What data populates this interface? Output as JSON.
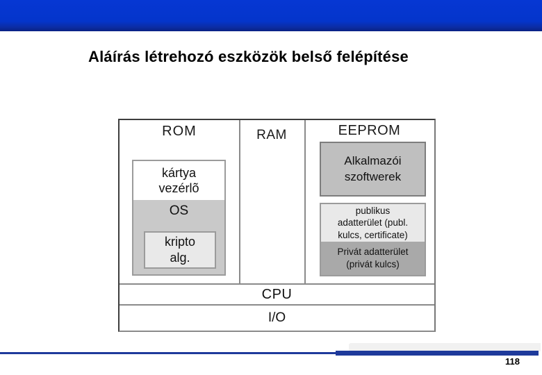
{
  "slide": {
    "title": "Aláírás létrehozó eszközök belső felépítése",
    "page_number": "118"
  },
  "colors": {
    "header_blue": "#0435cb",
    "header_blue_deep": "#0b2da6",
    "footer_blue": "#1e3a9b",
    "box_gray_dark": "#bfbfbf",
    "box_gray_mid": "#c9c9c9",
    "box_gray_light": "#e9e9e9",
    "box_gray_deep": "#a9a9a9"
  },
  "diagram": {
    "memory_columns": [
      {
        "label": "ROM"
      },
      {
        "label": "RAM"
      },
      {
        "label": "EEPROM"
      }
    ],
    "rom_contents": {
      "card_controller": "kártya\nvezérlõ",
      "os": "OS",
      "crypto": "kripto\nalg."
    },
    "eeprom_contents": {
      "app_software": "Alkalmazói\nszoftwerek",
      "public_area": "publikus\nadatterület (publ.\nkulcs, certificate)",
      "private_area": "Privát adatterület\n(privát kulcs)"
    },
    "bus_rows": [
      {
        "label": "CPU"
      },
      {
        "label": "I/O"
      }
    ]
  }
}
